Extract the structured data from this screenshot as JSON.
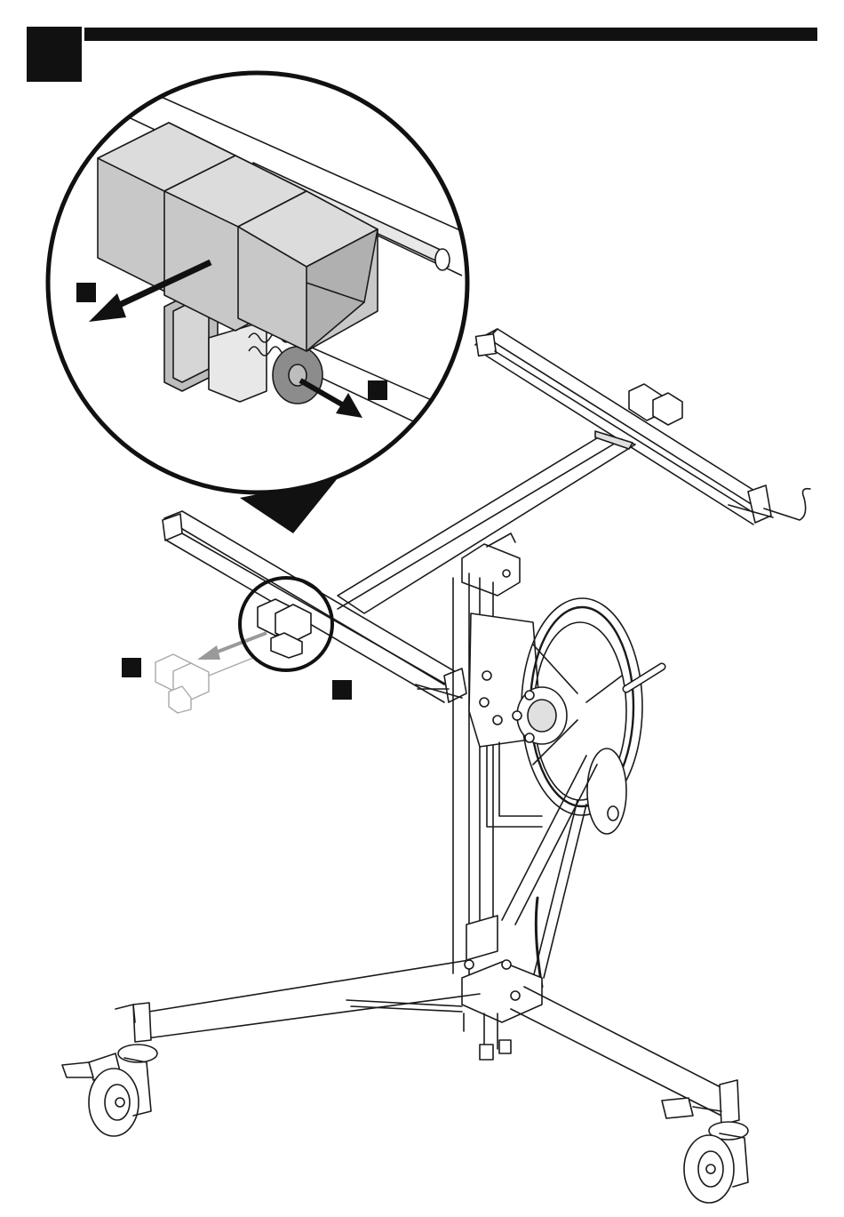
{
  "page": {
    "step_number": "",
    "header_bar_color": "#111111"
  },
  "callouts": [
    {
      "id": "1",
      "label": "",
      "location": "zoom-left"
    },
    {
      "id": "2",
      "label": "",
      "location": "zoom-right"
    },
    {
      "id": "3",
      "label": "",
      "location": "main-left"
    },
    {
      "id": "4",
      "label": "",
      "location": "main-right"
    }
  ],
  "colors": {
    "line": "#1a1a1a",
    "part_fill": "#c8c8c8",
    "part_fill_dark": "#9a9a9a",
    "ghost": "#a8a8a8",
    "marker": "#111111"
  },
  "icons": {
    "zoom_arrow": "triangle-down-icon",
    "direction_arrow": "arrow-icon"
  }
}
